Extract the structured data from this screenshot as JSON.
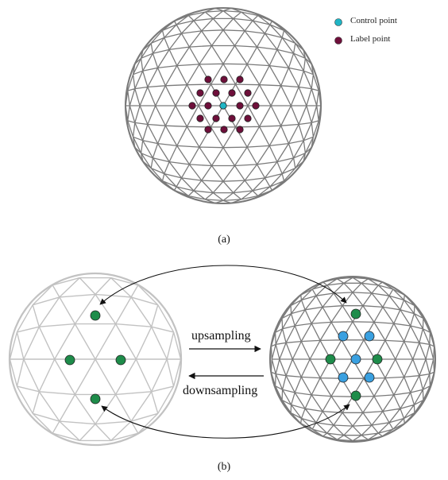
{
  "legend": {
    "control_point": "Control point",
    "label_point": "Label point"
  },
  "captions": {
    "a": "(a)",
    "b": "(b)"
  },
  "operations": {
    "upsampling": "upsampling",
    "downsampling": "downsampling"
  },
  "colors": {
    "control_point": "#1fb5c5",
    "label_point": "#6e0f3a",
    "green_vertex": "#1e8c4a",
    "blue_vertex": "#3aa0e0",
    "mesh_dark": "#7a7a7a",
    "mesh_light": "#c2c2c2"
  }
}
